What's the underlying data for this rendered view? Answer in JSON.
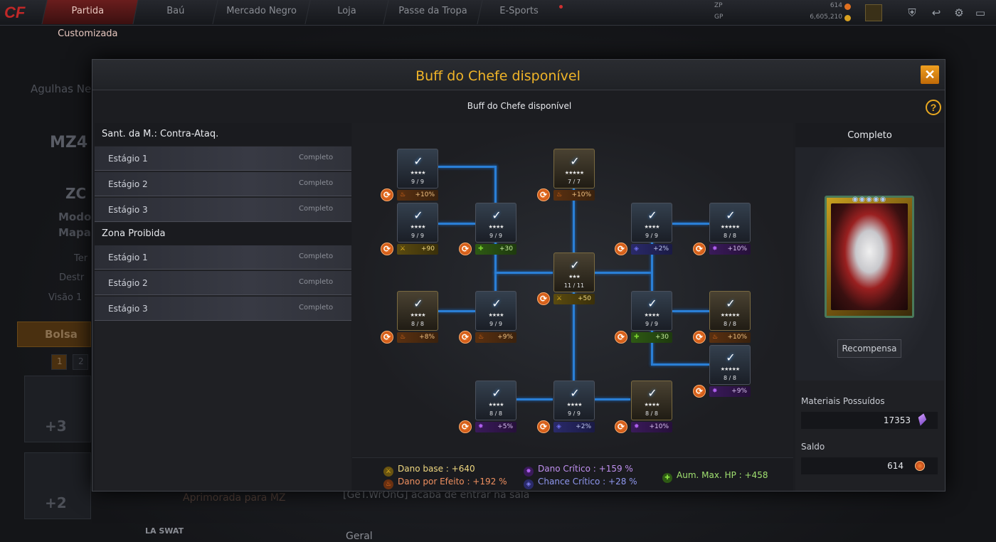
{
  "topnav": {
    "tabs": [
      "Partida Customizada",
      "Baú",
      "Mercado Negro",
      "Loja",
      "Passe da Tropa",
      "E-Sports"
    ],
    "zp_label": "ZP",
    "zp_value": "614",
    "gp_label": "GP",
    "gp_value": "6,605,210"
  },
  "background": {
    "mode_name": "Agulhas Ne",
    "weapon_code": "MZ4",
    "weapon_sub": "ZC",
    "modo": "Modo",
    "mapa": "Mapa",
    "ter": "Ter",
    "destr": "Destr",
    "visao": "Visão 1",
    "bolsa": "Bolsa",
    "page1": "1",
    "page2": "2",
    "plus3": "+3",
    "plus2": "+2",
    "aprimorada": "Aprimorada para MZ",
    "chat_msg": "[GeT.WrOnG] acaba de entrar na sala",
    "geral": "Geral",
    "la_swat": "LA SWAT"
  },
  "modal": {
    "title": "Buff do Chefe disponível",
    "subtitle": "Buff do Chefe disponível",
    "close": "✕",
    "help": "?"
  },
  "stages": {
    "groups": [
      {
        "name": "Sant. da M.: Contra-Ataq.",
        "items": [
          {
            "label": "Estágio 1",
            "status": "Completo"
          },
          {
            "label": "Estágio 2",
            "status": "Completo"
          },
          {
            "label": "Estágio 3",
            "status": "Completo"
          }
        ]
      },
      {
        "name": "Zona Proibida",
        "items": [
          {
            "label": "Estágio 1",
            "status": "Completo"
          },
          {
            "label": "Estágio 2",
            "status": "Completo"
          },
          {
            "label": "Estágio 3",
            "status": "Completo"
          }
        ]
      }
    ]
  },
  "nodes": [
    {
      "count": "9 / 9",
      "stars": "★★★★",
      "buff": "+10%",
      "type": "fire"
    },
    {
      "count": "7 / 7",
      "stars": "★★★★★",
      "buff": "+10%",
      "type": "fire"
    },
    {
      "count": "9 / 9",
      "stars": "★★★★",
      "buff": "+90",
      "type": "base"
    },
    {
      "count": "9 / 9",
      "stars": "★★★★",
      "buff": "+30",
      "type": "hp"
    },
    {
      "count": "9 / 9",
      "stars": "★★★★",
      "buff": "+2%",
      "type": "chance"
    },
    {
      "count": "8 / 8",
      "stars": "★★★★★",
      "buff": "+10%",
      "type": "crit"
    },
    {
      "count": "11 / 11",
      "stars": "★★★",
      "buff": "+50",
      "type": "base"
    },
    {
      "count": "8 / 8",
      "stars": "★★★★",
      "buff": "+8%",
      "type": "fire"
    },
    {
      "count": "9 / 9",
      "stars": "★★★★",
      "buff": "+9%",
      "type": "fire"
    },
    {
      "count": "9 / 9",
      "stars": "★★★★",
      "buff": "+30",
      "type": "hp"
    },
    {
      "count": "8 / 8",
      "stars": "★★★★★",
      "buff": "+10%",
      "type": "fire"
    },
    {
      "count": "8 / 8",
      "stars": "★★★★★",
      "buff": "+9%",
      "type": "crit"
    },
    {
      "count": "8 / 8",
      "stars": "★★★★",
      "buff": "+5%",
      "type": "crit"
    },
    {
      "count": "9 / 9",
      "stars": "★★★★",
      "buff": "+2%",
      "type": "chance"
    },
    {
      "count": "8 / 8",
      "stars": "★★★★",
      "buff": "+10%",
      "type": "crit"
    }
  ],
  "summary": {
    "dano_base": "Dano base : +640",
    "dano_efeito": "Dano por Efeito : +192 %",
    "dano_critico": "Dano Crítico : +159 %",
    "chance_critico": "Chance Crítico : +28 %",
    "aum_hp": "Aum. Max. HP : +458"
  },
  "reward": {
    "header": "Completo",
    "card_stars": "◉◉◉◉◉",
    "button": "Recompensa",
    "materials_label": "Materiais Possuídos",
    "materials_value": "17353",
    "saldo_label": "Saldo",
    "saldo_value": "614"
  },
  "colors": {
    "accent": "#f0b428",
    "link_line": "#2a7fd6",
    "close": "#e8901a"
  },
  "icons": {
    "up": "⟳",
    "check": "✓",
    "fire": "🔥"
  }
}
